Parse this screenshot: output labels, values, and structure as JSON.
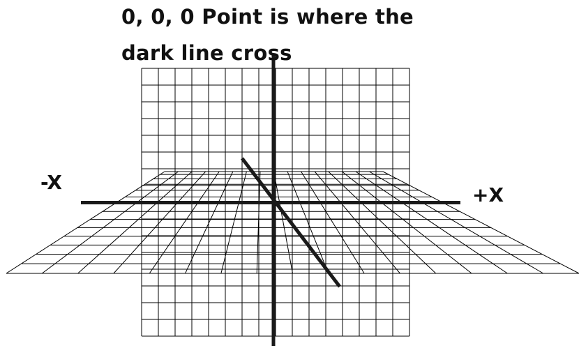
{
  "caption": {
    "line1": "0, 0, 0 Point is where the",
    "line2": "dark line cross"
  },
  "axis_labels": {
    "negative_x": "-X",
    "positive_x": "+X"
  },
  "colors": {
    "grid_line": "#000000",
    "axis_line": "#1a1a1a",
    "text": "#111111",
    "background": "#ffffff"
  }
}
